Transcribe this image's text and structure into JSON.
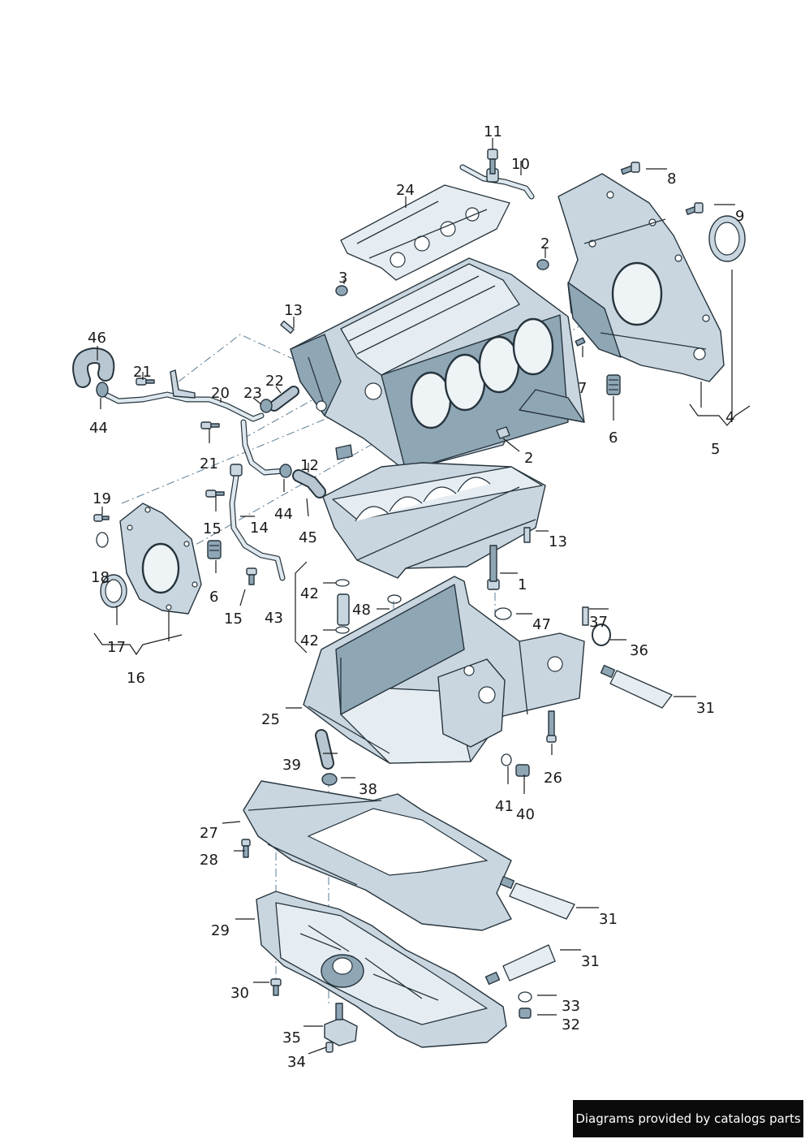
{
  "credit": "Diagrams provided by catalogs parts",
  "callouts": {
    "c1": "1",
    "c2a": "2",
    "c2b": "2",
    "c3": "3",
    "c4": "4",
    "c5": "5",
    "c6a": "6",
    "c6b": "6",
    "c7": "7",
    "c8": "8",
    "c9": "9",
    "c10": "10",
    "c11": "11",
    "c12": "12",
    "c13a": "13",
    "c13b": "13",
    "c14": "14",
    "c15a": "15",
    "c15b": "15",
    "c16": "16",
    "c17": "17",
    "c18": "18",
    "c19": "19",
    "c20": "20",
    "c21a": "21",
    "c21b": "21",
    "c22": "22",
    "c23": "23",
    "c24": "24",
    "c25": "25",
    "c26": "26",
    "c27": "27",
    "c28": "28",
    "c29": "29",
    "c30": "30",
    "c31a": "31",
    "c31b": "31",
    "c31c": "31",
    "c32": "32",
    "c33": "33",
    "c34": "34",
    "c35": "35",
    "c36": "36",
    "c37": "37",
    "c38": "38",
    "c39": "39",
    "c40": "40",
    "c41": "41",
    "c42a": "42",
    "c42b": "42",
    "c43": "43",
    "c44a": "44",
    "c44b": "44",
    "c45": "45",
    "c46": "46",
    "c47": "47",
    "c48": "48"
  }
}
